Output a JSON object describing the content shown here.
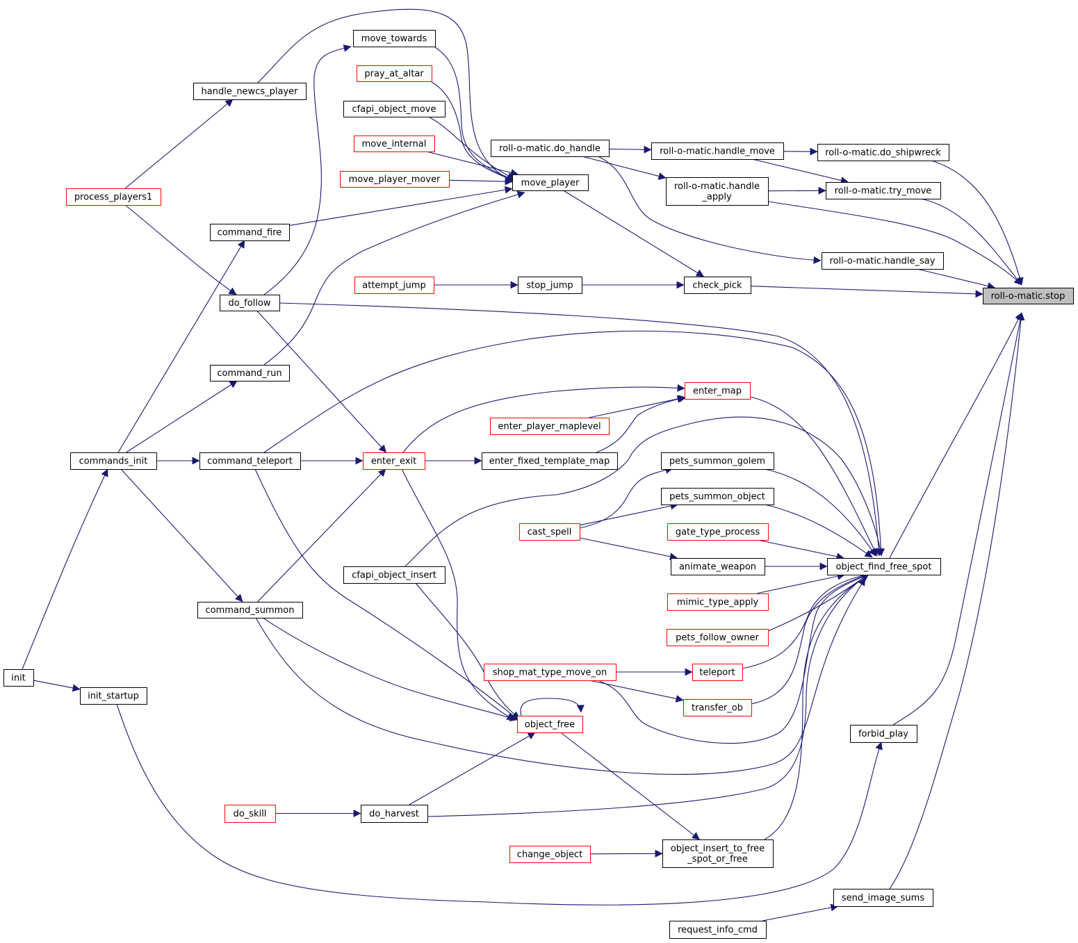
{
  "palette": {
    "edge": "#191970",
    "node_border_default": "#000000",
    "node_border_red": "#ff0000",
    "node_fill": "#ffffff",
    "node_fill_root": "#bfbfbf"
  },
  "nodes": [
    {
      "id": "stop",
      "lines": [
        "roll-o-matic.stop"
      ],
      "style": "root"
    },
    {
      "id": "move_towards",
      "lines": [
        "move_towards"
      ],
      "style": "black"
    },
    {
      "id": "pray_at_altar",
      "lines": [
        "pray_at_altar"
      ],
      "style": "red"
    },
    {
      "id": "cfapi_object_move",
      "lines": [
        "cfapi_object_move"
      ],
      "style": "black"
    },
    {
      "id": "move_internal",
      "lines": [
        "move_internal"
      ],
      "style": "red"
    },
    {
      "id": "move_player_mover",
      "lines": [
        "move_player_mover"
      ],
      "style": "red"
    },
    {
      "id": "move_player",
      "lines": [
        "move_player"
      ],
      "style": "black"
    },
    {
      "id": "handle_newcs_player",
      "lines": [
        "handle_newcs_player"
      ],
      "style": "black"
    },
    {
      "id": "process_players1",
      "lines": [
        "process_players1"
      ],
      "style": "red"
    },
    {
      "id": "command_fire",
      "lines": [
        "command_fire"
      ],
      "style": "black"
    },
    {
      "id": "do_follow",
      "lines": [
        "do_follow"
      ],
      "style": "black"
    },
    {
      "id": "command_run",
      "lines": [
        "command_run"
      ],
      "style": "black"
    },
    {
      "id": "commands_init",
      "lines": [
        "commands_init"
      ],
      "style": "black"
    },
    {
      "id": "command_teleport",
      "lines": [
        "command_teleport"
      ],
      "style": "black"
    },
    {
      "id": "command_summon",
      "lines": [
        "command_summon"
      ],
      "style": "black"
    },
    {
      "id": "init",
      "lines": [
        "init"
      ],
      "style": "black"
    },
    {
      "id": "init_startup",
      "lines": [
        "init_startup"
      ],
      "style": "black"
    },
    {
      "id": "do_handle",
      "lines": [
        "roll-o-matic.do_handle"
      ],
      "style": "black"
    },
    {
      "id": "handle_move",
      "lines": [
        "roll-o-matic.handle_move"
      ],
      "style": "black"
    },
    {
      "id": "do_shipwreck",
      "lines": [
        "roll-o-matic.do_shipwreck"
      ],
      "style": "black"
    },
    {
      "id": "handle_apply",
      "lines": [
        "roll-o-matic.handle",
        "_apply"
      ],
      "style": "black"
    },
    {
      "id": "try_move",
      "lines": [
        "roll-o-matic.try_move"
      ],
      "style": "black"
    },
    {
      "id": "handle_say",
      "lines": [
        "roll-o-matic.handle_say"
      ],
      "style": "black"
    },
    {
      "id": "attempt_jump",
      "lines": [
        "attempt_jump"
      ],
      "style": "red"
    },
    {
      "id": "stop_jump",
      "lines": [
        "stop_jump"
      ],
      "style": "black"
    },
    {
      "id": "check_pick",
      "lines": [
        "check_pick"
      ],
      "style": "black"
    },
    {
      "id": "enter_map",
      "lines": [
        "enter_map"
      ],
      "style": "red"
    },
    {
      "id": "enter_player_maplevel",
      "lines": [
        "enter_player_maplevel"
      ],
      "style": "red"
    },
    {
      "id": "enter_exit",
      "lines": [
        "enter_exit"
      ],
      "style": "red"
    },
    {
      "id": "enter_fixed_template_map",
      "lines": [
        "enter_fixed_template_map"
      ],
      "style": "black"
    },
    {
      "id": "pets_summon_golem",
      "lines": [
        "pets_summon_golem"
      ],
      "style": "black"
    },
    {
      "id": "pets_summon_object",
      "lines": [
        "pets_summon_object"
      ],
      "style": "black"
    },
    {
      "id": "cast_spell",
      "lines": [
        "cast_spell"
      ],
      "style": "red"
    },
    {
      "id": "gate_type_process",
      "lines": [
        "gate_type_process"
      ],
      "style": "red"
    },
    {
      "id": "animate_weapon",
      "lines": [
        "animate_weapon"
      ],
      "style": "black"
    },
    {
      "id": "object_find_free_spot",
      "lines": [
        "object_find_free_spot"
      ],
      "style": "black"
    },
    {
      "id": "cfapi_object_insert",
      "lines": [
        "cfapi_object_insert"
      ],
      "style": "black"
    },
    {
      "id": "mimic_type_apply",
      "lines": [
        "mimic_type_apply"
      ],
      "style": "red"
    },
    {
      "id": "pets_follow_owner",
      "lines": [
        "pets_follow_owner"
      ],
      "style": "red"
    },
    {
      "id": "shop_mat_type_move_on",
      "lines": [
        "shop_mat_type_move_on"
      ],
      "style": "red"
    },
    {
      "id": "teleport",
      "lines": [
        "teleport"
      ],
      "style": "red"
    },
    {
      "id": "transfer_ob",
      "lines": [
        "transfer_ob"
      ],
      "style": "red"
    },
    {
      "id": "object_free",
      "lines": [
        "object_free"
      ],
      "style": "red"
    },
    {
      "id": "forbid_play",
      "lines": [
        "forbid_play"
      ],
      "style": "black"
    },
    {
      "id": "do_skill",
      "lines": [
        "do_skill"
      ],
      "style": "red"
    },
    {
      "id": "do_harvest",
      "lines": [
        "do_harvest"
      ],
      "style": "black"
    },
    {
      "id": "change_object",
      "lines": [
        "change_object"
      ],
      "style": "red"
    },
    {
      "id": "object_insert_to_free_spot_or_free",
      "lines": [
        "object_insert_to_free",
        "_spot_or_free"
      ],
      "style": "black"
    },
    {
      "id": "send_image_sums",
      "lines": [
        "send_image_sums"
      ],
      "style": "black"
    },
    {
      "id": "request_info_cmd",
      "lines": [
        "request_info_cmd"
      ],
      "style": "black"
    }
  ],
  "edges": [
    {
      "from": "handle_newcs_player",
      "to": "move_player"
    },
    {
      "from": "do_follow",
      "to": "move_towards"
    },
    {
      "from": "move_towards",
      "to": "move_player"
    },
    {
      "from": "pray_at_altar",
      "to": "move_player"
    },
    {
      "from": "cfapi_object_move",
      "to": "move_player"
    },
    {
      "from": "move_internal",
      "to": "move_player"
    },
    {
      "from": "move_player_mover",
      "to": "move_player"
    },
    {
      "from": "command_fire",
      "to": "move_player"
    },
    {
      "from": "command_run",
      "to": "move_player"
    },
    {
      "from": "move_player",
      "to": "check_pick"
    },
    {
      "from": "process_players1",
      "to": "handle_newcs_player"
    },
    {
      "from": "process_players1",
      "to": "do_follow"
    },
    {
      "from": "commands_init",
      "to": "command_fire"
    },
    {
      "from": "commands_init",
      "to": "command_run"
    },
    {
      "from": "commands_init",
      "to": "command_teleport"
    },
    {
      "from": "commands_init",
      "to": "command_summon"
    },
    {
      "from": "init",
      "to": "commands_init"
    },
    {
      "from": "init",
      "to": "init_startup"
    },
    {
      "from": "do_handle",
      "to": "handle_move"
    },
    {
      "from": "do_handle",
      "to": "handle_apply"
    },
    {
      "from": "do_handle",
      "to": "handle_say"
    },
    {
      "from": "handle_move",
      "to": "do_shipwreck"
    },
    {
      "from": "handle_move",
      "to": "try_move"
    },
    {
      "from": "handle_apply",
      "to": "try_move"
    },
    {
      "from": "do_shipwreck",
      "to": "stop"
    },
    {
      "from": "try_move",
      "to": "stop"
    },
    {
      "from": "handle_apply",
      "to": "stop"
    },
    {
      "from": "handle_say",
      "to": "stop"
    },
    {
      "from": "check_pick",
      "to": "stop"
    },
    {
      "from": "object_find_free_spot",
      "to": "stop"
    },
    {
      "from": "forbid_play",
      "to": "stop"
    },
    {
      "from": "send_image_sums",
      "to": "stop"
    },
    {
      "from": "attempt_jump",
      "to": "stop_jump"
    },
    {
      "from": "stop_jump",
      "to": "check_pick"
    },
    {
      "from": "do_follow",
      "to": "object_find_free_spot"
    },
    {
      "from": "do_follow",
      "to": "enter_exit"
    },
    {
      "from": "command_teleport",
      "to": "enter_exit"
    },
    {
      "from": "command_teleport",
      "to": "object_find_free_spot"
    },
    {
      "from": "command_teleport",
      "to": "object_free"
    },
    {
      "from": "command_summon",
      "to": "enter_exit"
    },
    {
      "from": "command_summon",
      "to": "object_free"
    },
    {
      "from": "command_summon",
      "to": "object_find_free_spot"
    },
    {
      "from": "enter_exit",
      "to": "enter_map"
    },
    {
      "from": "enter_exit",
      "to": "enter_fixed_template_map"
    },
    {
      "from": "enter_exit",
      "to": "object_free"
    },
    {
      "from": "enter_player_maplevel",
      "to": "enter_map"
    },
    {
      "from": "enter_fixed_template_map",
      "to": "enter_map"
    },
    {
      "from": "enter_map",
      "to": "object_find_free_spot"
    },
    {
      "from": "cast_spell",
      "to": "pets_summon_golem"
    },
    {
      "from": "cast_spell",
      "to": "pets_summon_object"
    },
    {
      "from": "cast_spell",
      "to": "animate_weapon"
    },
    {
      "from": "pets_summon_golem",
      "to": "object_find_free_spot"
    },
    {
      "from": "pets_summon_object",
      "to": "object_find_free_spot"
    },
    {
      "from": "gate_type_process",
      "to": "object_find_free_spot"
    },
    {
      "from": "animate_weapon",
      "to": "object_find_free_spot"
    },
    {
      "from": "mimic_type_apply",
      "to": "object_find_free_spot"
    },
    {
      "from": "pets_follow_owner",
      "to": "object_find_free_spot"
    },
    {
      "from": "teleport",
      "to": "object_find_free_spot"
    },
    {
      "from": "transfer_ob",
      "to": "object_find_free_spot"
    },
    {
      "from": "cfapi_object_insert",
      "to": "object_find_free_spot"
    },
    {
      "from": "cfapi_object_insert",
      "to": "object_free"
    },
    {
      "from": "shop_mat_type_move_on",
      "to": "teleport"
    },
    {
      "from": "shop_mat_type_move_on",
      "to": "transfer_ob"
    },
    {
      "from": "shop_mat_type_move_on",
      "to": "object_find_free_spot"
    },
    {
      "from": "object_free",
      "to": "object_free"
    },
    {
      "from": "object_free",
      "to": "object_insert_to_free_spot_or_free"
    },
    {
      "from": "do_harvest",
      "to": "object_free"
    },
    {
      "from": "do_harvest",
      "to": "object_find_free_spot"
    },
    {
      "from": "do_skill",
      "to": "do_harvest"
    },
    {
      "from": "change_object",
      "to": "object_insert_to_free_spot_or_free"
    },
    {
      "from": "object_insert_to_free_spot_or_free",
      "to": "object_find_free_spot"
    },
    {
      "from": "init_startup",
      "to": "forbid_play"
    },
    {
      "from": "request_info_cmd",
      "to": "send_image_sums"
    }
  ]
}
